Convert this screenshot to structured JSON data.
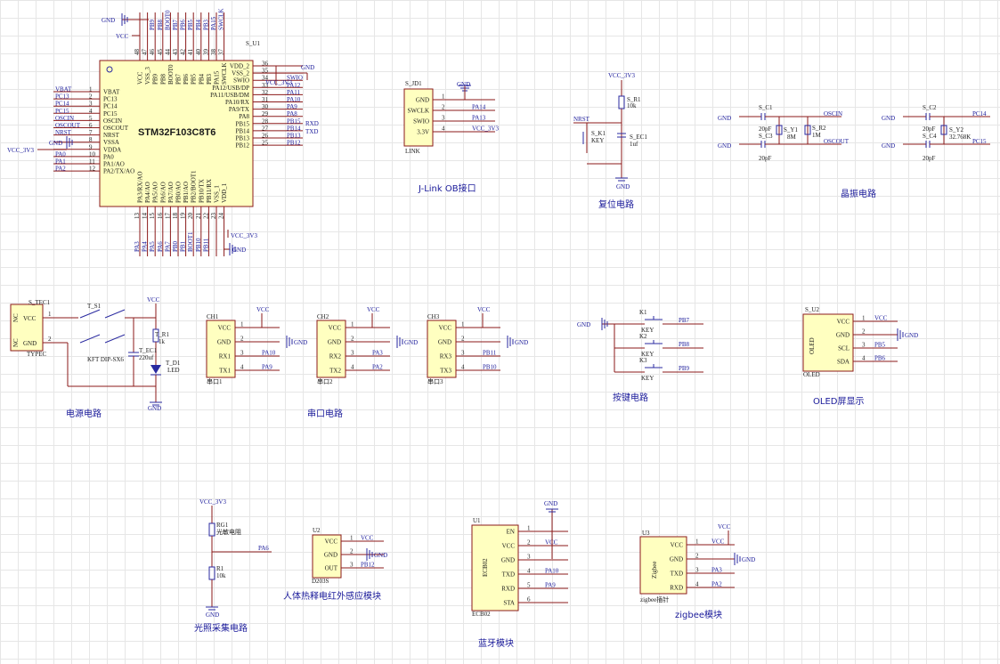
{
  "power": {
    "gnd": "GND",
    "vcc": "VCC",
    "vcc3": "VCC_3V3"
  },
  "mcu": {
    "designator": "S_U1",
    "part": "STM32F103C8T6",
    "top_pins": [
      "VCC",
      "VSS_3",
      "PB9",
      "PB8",
      "BOOT0",
      "PB7",
      "PB6",
      "PB5",
      "PB4",
      "PB3",
      "PA15",
      "SWCLK"
    ],
    "top_nums": [
      "48",
      "47",
      "46",
      "45",
      "44",
      "43",
      "42",
      "41",
      "40",
      "39",
      "38",
      "37"
    ],
    "top_nets": [
      "",
      "",
      "PB9",
      "PB8",
      "BOOT0",
      "PB7",
      "PB6",
      "PB5",
      "PB4",
      "PB3",
      "PA15",
      "SWCLK"
    ],
    "left_pins": [
      "VBAT",
      "PC13",
      "PC14",
      "PC15",
      "OSCIN",
      "OSCOUT",
      "NRST",
      "VSSA",
      "VDDA",
      "PA0",
      "PA1/AO",
      "PA2/TX/AO"
    ],
    "left_nums": [
      "1",
      "2",
      "3",
      "4",
      "5",
      "6",
      "7",
      "8",
      "9",
      "10",
      "11",
      "12"
    ],
    "left_nets": [
      "VBAT",
      "PC13",
      "PC14",
      "PC15",
      "OSCIN",
      "OSCOUT",
      "NRST",
      "",
      "",
      "PA0",
      "PA1",
      "PA2"
    ],
    "right_pins": [
      "VDD_2",
      "VSS_2",
      "SWIO",
      "PA12/USB/DP",
      "PA11/USB/DM",
      "PA10/RX",
      "PA9/TX",
      "PA8",
      "PB15",
      "PB14",
      "PB13",
      "PB12"
    ],
    "right_nums": [
      "36",
      "35",
      "34",
      "33",
      "32",
      "31",
      "30",
      "29",
      "28",
      "27",
      "26",
      "25"
    ],
    "right_nets": [
      "",
      "",
      "SWIO",
      "PA12",
      "PA11",
      "PA10",
      "PA9",
      "PA8",
      "PB15",
      "PB14",
      "PB13",
      "PB12"
    ],
    "bottom_pins": [
      "PA3/RX/AO",
      "PA4/AO",
      "PA5/AO",
      "PA6/AO",
      "PA7/AO",
      "PB0/AO",
      "PB1/AO",
      "PB2/BOOT1",
      "PB10/TX",
      "PB11/RX",
      "VSS_1",
      "VDD_1"
    ],
    "bottom_nums": [
      "13",
      "14",
      "15",
      "16",
      "17",
      "18",
      "19",
      "20",
      "21",
      "22",
      "23",
      "24"
    ],
    "bottom_nets": [
      "PA3",
      "PA4",
      "PA5",
      "PA6",
      "PA7",
      "PB0",
      "PB1",
      "BOOT1",
      "PB10",
      "PB11",
      "",
      ""
    ],
    "extra_nets": {
      "rxd": "RXD",
      "txd": "TXD"
    }
  },
  "jlink": {
    "designator": "S_JD1",
    "footprint": "LINK",
    "pins": [
      "GND",
      "SWCLK",
      "SWIO",
      "3.3V"
    ],
    "nums": [
      "1",
      "2",
      "3",
      "4"
    ],
    "nets": [
      "",
      "PA14",
      "PA13",
      "VCC_3V3"
    ],
    "title": "J-Link OB接口"
  },
  "reset": {
    "r": "S_R1",
    "rv": "10k",
    "k": "S_K1",
    "kv": "KEY",
    "c": "S_EC1",
    "cv": "1uf",
    "net": "NRST",
    "title": "复位电路"
  },
  "crystal": {
    "c1": "S_C1",
    "c3": "S_C3",
    "cval": "20pF",
    "y1": "S_Y1",
    "y1v": "8M",
    "r2": "S_R2",
    "r2v": "1M",
    "c2": "S_C2",
    "c4": "S_C4",
    "y2": "S_Y2",
    "y2v": "32.768K",
    "oscin": "OSCIN",
    "oscout": "OSCOUT",
    "pc14": "PC14",
    "pc15": "PC15",
    "title": "晶振电路"
  },
  "powercirc": {
    "j": "S_TEC1",
    "jfoot": "TYPEC",
    "jpins": [
      "VCC",
      "GND"
    ],
    "nc": "NC",
    "jnums": [
      "1",
      "2"
    ],
    "sw": "T_S1",
    "swv": "KFT DIP-SX6",
    "ec": "T_EC1",
    "ecv": "220uf",
    "r": "T_R1",
    "rv": "1k",
    "d": "T_D1",
    "dv": "LED",
    "title": "电源电路"
  },
  "uart": {
    "items": [
      {
        "des": "CH1",
        "foot": "串口1",
        "pins": [
          "VCC",
          "GND",
          "RX1",
          "TX1"
        ],
        "nets": [
          "",
          "",
          "PA10",
          "PA9"
        ]
      },
      {
        "des": "CH2",
        "foot": "串口2",
        "pins": [
          "VCC",
          "GND",
          "RX2",
          "TX2"
        ],
        "nets": [
          "",
          "",
          "PA3",
          "PA2"
        ]
      },
      {
        "des": "CH3",
        "foot": "串口3",
        "pins": [
          "VCC",
          "GND",
          "RX3",
          "TX3"
        ],
        "nets": [
          "",
          "",
          "PB11",
          "PB10"
        ]
      }
    ],
    "nums": [
      "1",
      "2",
      "3",
      "4"
    ],
    "title": "串口电路"
  },
  "keys": {
    "items": [
      {
        "des": "K1",
        "val": "KEY",
        "net": "PB7"
      },
      {
        "des": "K2",
        "val": "KEY",
        "net": "PB8"
      },
      {
        "des": "K3",
        "val": "KEY",
        "net": "PB9"
      }
    ],
    "title": "按键电路"
  },
  "oled": {
    "designator": "S_U2",
    "label": "OLED",
    "foot": "OLED",
    "pins": [
      "VCC",
      "GND",
      "SCL",
      "SDA"
    ],
    "nums": [
      "1",
      "2",
      "3",
      "4"
    ],
    "nets": [
      "VCC",
      "",
      "PB5",
      "PB6"
    ],
    "title": "OLED屏显示"
  },
  "light": {
    "rg": "RG1",
    "rgv": "光敏电阻",
    "r": "R1",
    "rv": "10k",
    "net": "PA6",
    "title": "光照采集电路"
  },
  "pir": {
    "designator": "U2",
    "foot": "D203S",
    "pins": [
      "VCC",
      "GND",
      "OUT"
    ],
    "nums": [
      "1",
      "2",
      "3"
    ],
    "nets": [
      "VCC",
      "",
      "PB12"
    ],
    "title": "人体热释电红外感应模块"
  },
  "bt": {
    "designator": "U1",
    "label": "ECB02",
    "foot": "ECB02",
    "pins": [
      "EN",
      "VCC",
      "GND",
      "TXD",
      "RXD",
      "STA"
    ],
    "nums": [
      "1",
      "2",
      "3",
      "4",
      "5",
      "6"
    ],
    "nets": [
      "",
      "VCC",
      "",
      "PA10",
      "PA9",
      ""
    ],
    "title": "蓝牙模块"
  },
  "zigbee": {
    "designator": "U3",
    "label": "Zigbee",
    "foot": "zigbee插针",
    "pins": [
      "VCC",
      "GND",
      "TXD",
      "RXD"
    ],
    "nums": [
      "1",
      "2",
      "3",
      "4"
    ],
    "nets": [
      "VCC",
      "",
      "PA3",
      "PA2"
    ],
    "title": "zigbee模块"
  }
}
